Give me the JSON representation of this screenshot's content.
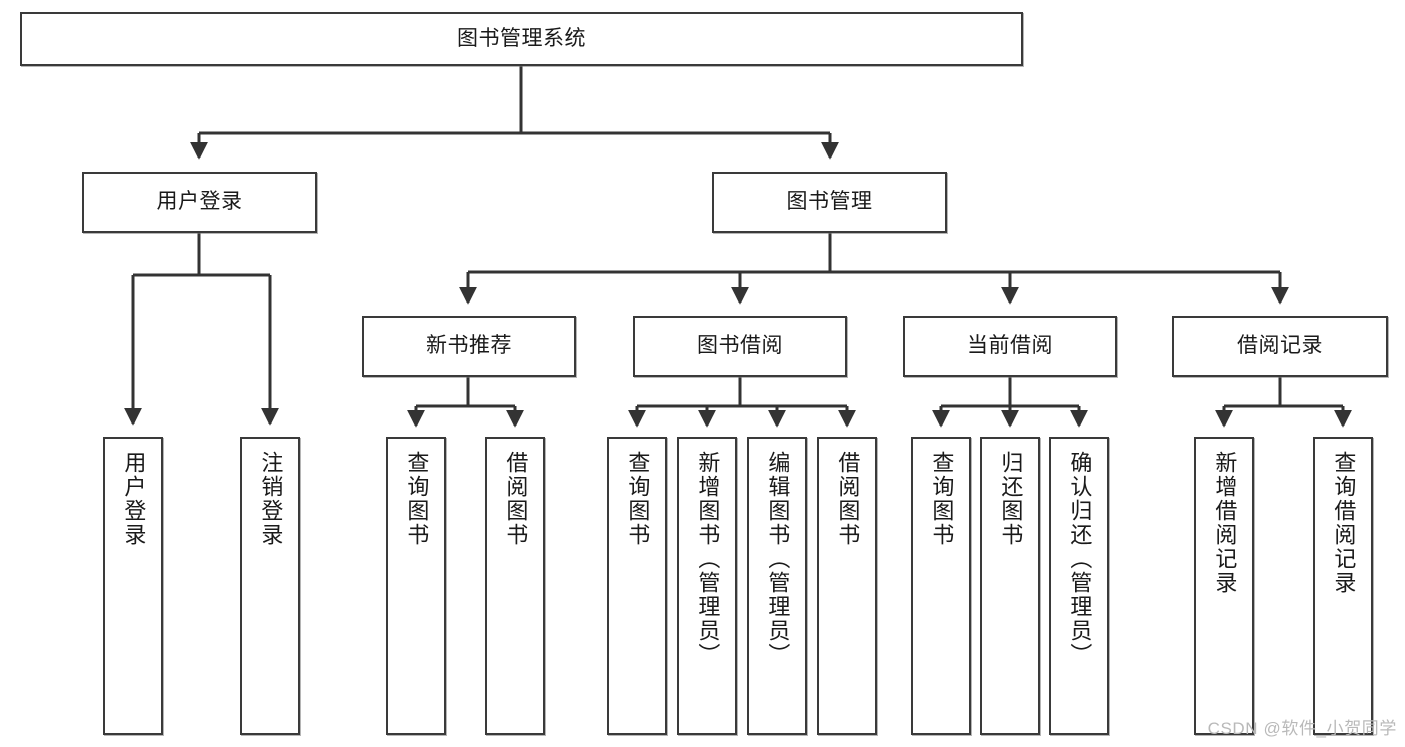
{
  "diagram": {
    "type": "tree",
    "title": "图书管理系统",
    "watermark": "CSDN @软件_小贺同学",
    "colors": {
      "box_border": "#3a3a3a",
      "box_fill": "#ffffff",
      "connector": "#333333",
      "text": "#1a1a1a",
      "watermark": "#b9b9b9"
    },
    "levels": {
      "root": {
        "id": "root",
        "label": "图书管理系统",
        "orientation": "horizontal"
      },
      "level2": [
        {
          "id": "user-login",
          "label": "用户登录",
          "orientation": "horizontal"
        },
        {
          "id": "book-manage",
          "label": "图书管理",
          "orientation": "horizontal"
        }
      ],
      "level3": [
        {
          "id": "new-book-recommend",
          "label": "新书推荐",
          "orientation": "horizontal",
          "parent": "book-manage"
        },
        {
          "id": "book-borrow",
          "label": "图书借阅",
          "orientation": "horizontal",
          "parent": "book-manage"
        },
        {
          "id": "current-borrow",
          "label": "当前借阅",
          "orientation": "horizontal",
          "parent": "book-manage"
        },
        {
          "id": "borrow-record",
          "label": "借阅记录",
          "orientation": "horizontal",
          "parent": "book-manage"
        }
      ],
      "leaves": [
        {
          "id": "leaf-user-login",
          "label": "用户登录",
          "orientation": "vertical",
          "parent": "user-login"
        },
        {
          "id": "leaf-user-logout",
          "label": "注销登录",
          "orientation": "vertical",
          "parent": "user-login"
        },
        {
          "id": "leaf-query-book-1",
          "label": "查询图书",
          "orientation": "vertical",
          "parent": "new-book-recommend"
        },
        {
          "id": "leaf-borrow-book-1",
          "label": "借阅图书",
          "orientation": "vertical",
          "parent": "new-book-recommend"
        },
        {
          "id": "leaf-query-book-2",
          "label": "查询图书",
          "orientation": "vertical",
          "parent": "book-borrow"
        },
        {
          "id": "leaf-add-book",
          "label": "新增图书（管理员）",
          "orientation": "vertical",
          "parent": "book-borrow"
        },
        {
          "id": "leaf-edit-book",
          "label": "编辑图书（管理员）",
          "orientation": "vertical",
          "parent": "book-borrow"
        },
        {
          "id": "leaf-borrow-book-2",
          "label": "借阅图书",
          "orientation": "vertical",
          "parent": "book-borrow"
        },
        {
          "id": "leaf-query-book-3",
          "label": "查询图书",
          "orientation": "vertical",
          "parent": "current-borrow"
        },
        {
          "id": "leaf-return-book",
          "label": "归还图书",
          "orientation": "vertical",
          "parent": "current-borrow"
        },
        {
          "id": "leaf-confirm-return",
          "label": "确认归还（管理员）",
          "orientation": "vertical",
          "parent": "current-borrow"
        },
        {
          "id": "leaf-add-record",
          "label": "新增借阅记录",
          "orientation": "vertical",
          "parent": "borrow-record"
        },
        {
          "id": "leaf-query-record",
          "label": "查询借阅记录",
          "orientation": "vertical",
          "parent": "borrow-record"
        }
      ]
    }
  }
}
